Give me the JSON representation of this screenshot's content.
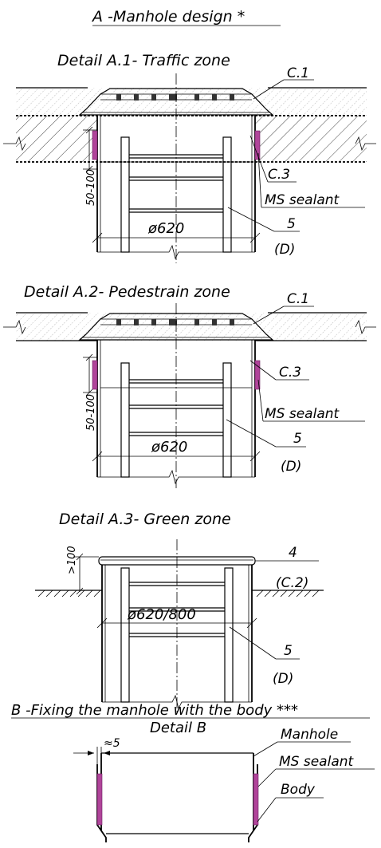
{
  "section_a": {
    "title": "A -Manhole design  *",
    "detail_1": {
      "title": "Detail  A.1- Traffic zone",
      "callout_c1": "C.1",
      "callout_c3": "C.3",
      "sealant": "MS sealant",
      "dim_height": "50-100",
      "diameter": "ø620",
      "item_num": "5",
      "item_sub": "(D)"
    },
    "detail_2": {
      "title": "Detail  A.2- Pedestrain zone",
      "callout_c1": "C.1",
      "callout_c3": "C.3",
      "sealant": "MS sealant",
      "dim_height": "50-100",
      "diameter": "ø620",
      "item_num": "5",
      "item_sub": "(D)"
    },
    "detail_3": {
      "title": "Detail  A.3- Green zone",
      "dim_height": ">100",
      "diameter": "ø620/800",
      "item_4": "4",
      "item_4_sub": "(C.2)",
      "item_num": "5",
      "item_sub": "(D)"
    }
  },
  "section_b": {
    "title": "B -Fixing the manhole with the body ***",
    "detail_title": "Detail  B",
    "gap": "≈5",
    "manhole": "Manhole",
    "sealant": "MS sealant",
    "body": "Body"
  },
  "colors": {
    "line": "#000000",
    "sealant": "#b0449a",
    "hatch": "#555555"
  }
}
